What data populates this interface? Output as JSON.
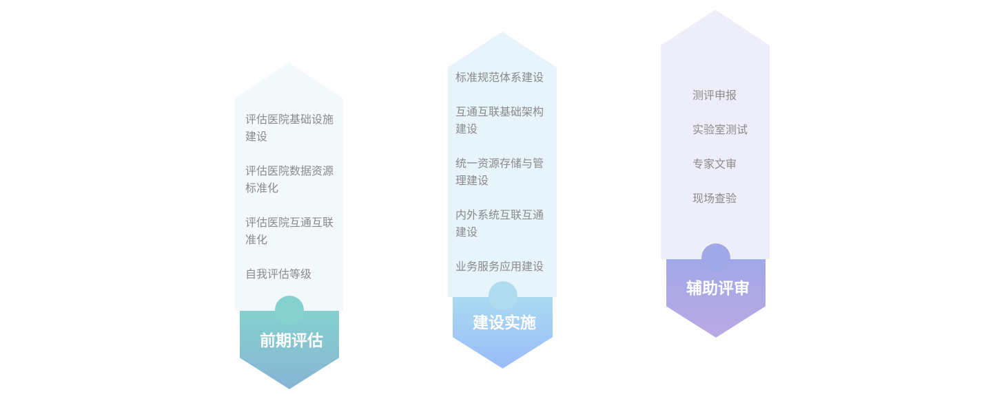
{
  "columns": [
    {
      "title": "前期评估",
      "items": [
        "评估医院基础设施建设",
        "评估医院数据资源标准化",
        "评估医院互通互联准化",
        "自我评估等级"
      ],
      "colors": {
        "card": "#f3f8fb",
        "badge_top": "#85d1cf",
        "badge_bottom": "#86b4d4"
      }
    },
    {
      "title": "建设实施",
      "items": [
        "标准规范体系建设",
        "互通互联基础架构建设",
        "统一资源存储与管理建设",
        "内外系统互联互通建设",
        "业务服务应用建设"
      ],
      "colors": {
        "card": "#e7f4fc",
        "badge_top": "#aadaf0",
        "badge_bottom": "#99bbf9"
      }
    },
    {
      "title": "辅助评审",
      "items": [
        "测评申报",
        "实验室测试",
        "专家文审",
        "现场查验"
      ],
      "colors": {
        "card": "#eeeefa",
        "badge_top": "#a1a8e8",
        "badge_bottom": "#baa9e3"
      }
    }
  ]
}
